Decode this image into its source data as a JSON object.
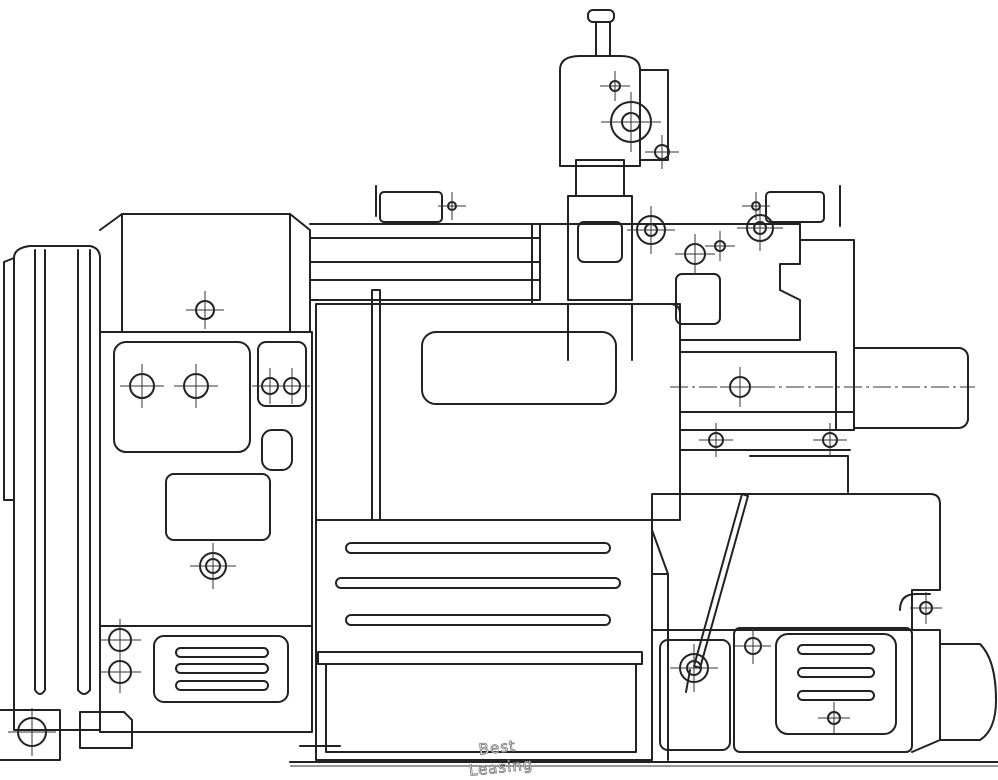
{
  "drawing": {
    "subject": "machine-tool",
    "line_color": "#222222",
    "background": "#ffffff"
  },
  "watermark": {
    "line1": "Best",
    "line2": "Leasing"
  }
}
